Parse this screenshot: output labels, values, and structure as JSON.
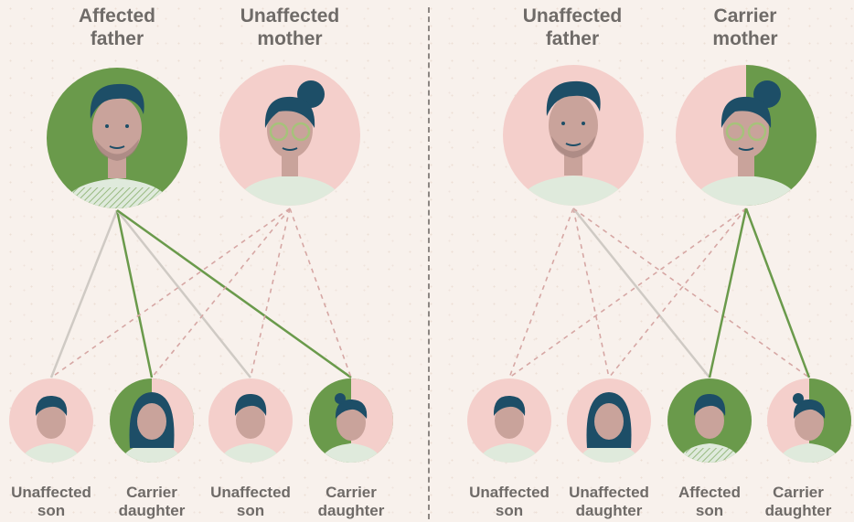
{
  "left_panel": {
    "father_label": [
      "Affected",
      "father"
    ],
    "mother_label": [
      "Unaffected",
      "mother"
    ],
    "children": [
      {
        "label": [
          "Unaffected",
          "son"
        ]
      },
      {
        "label": [
          "Carrier",
          "daughter"
        ]
      },
      {
        "label": [
          "Unaffected",
          "son"
        ]
      },
      {
        "label": [
          "Carrier",
          "daughter"
        ]
      }
    ]
  },
  "right_panel": {
    "father_label": [
      "Unaffected",
      "father"
    ],
    "mother_label": [
      "Carrier",
      "mother"
    ],
    "children": [
      {
        "label": [
          "Unaffected",
          "son"
        ]
      },
      {
        "label": [
          "Unaffected",
          "daughter"
        ]
      },
      {
        "label": [
          "Affected",
          "son"
        ]
      },
      {
        "label": [
          "Carrier",
          "daughter"
        ]
      }
    ]
  },
  "colors": {
    "affected": "#6a9a4b",
    "unaffected": "#f4cfcb",
    "carrier_split": "#6a9a4b",
    "skin": "#c9a39b",
    "hair": "#1d4e67",
    "label_text": "#6f6b68"
  }
}
